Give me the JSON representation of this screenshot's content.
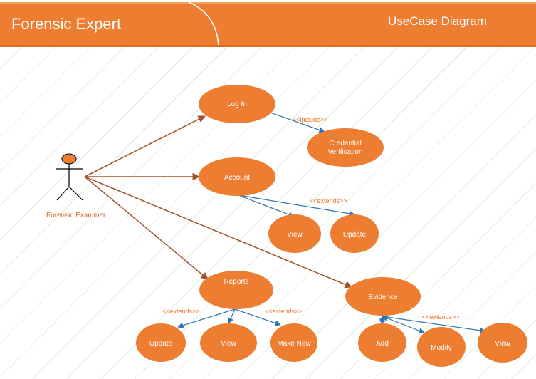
{
  "header": {
    "title": "Forensic Expert",
    "subtitle": "UseCase Diagram"
  },
  "colors": {
    "orange": "#ed7d31",
    "brown_arrow": "#a0522d",
    "blue_arrow": "#2e75b6",
    "stripes": "#b9e4b4"
  },
  "actor": {
    "label": "Forensic Examiner"
  },
  "usecases": {
    "login": "Log In",
    "credential_line1": "Credential",
    "credential_line2": "Verification",
    "account": "Account",
    "account_view": "View",
    "account_update": "Update",
    "reports": "Reports",
    "reports_update": "Update",
    "reports_view": "View",
    "reports_make_new": "Make New",
    "evidence": "Evidence",
    "evidence_add": "Add",
    "evidence_modify": "Modify",
    "evidence_view": "View"
  },
  "stereotypes": {
    "include": "<<include>>",
    "account_extends": "<<extends>>",
    "reports_extends_left": "<<extends>>",
    "reports_extends_right": "<<extends>>",
    "evidence_extends": "<<extends>>"
  }
}
